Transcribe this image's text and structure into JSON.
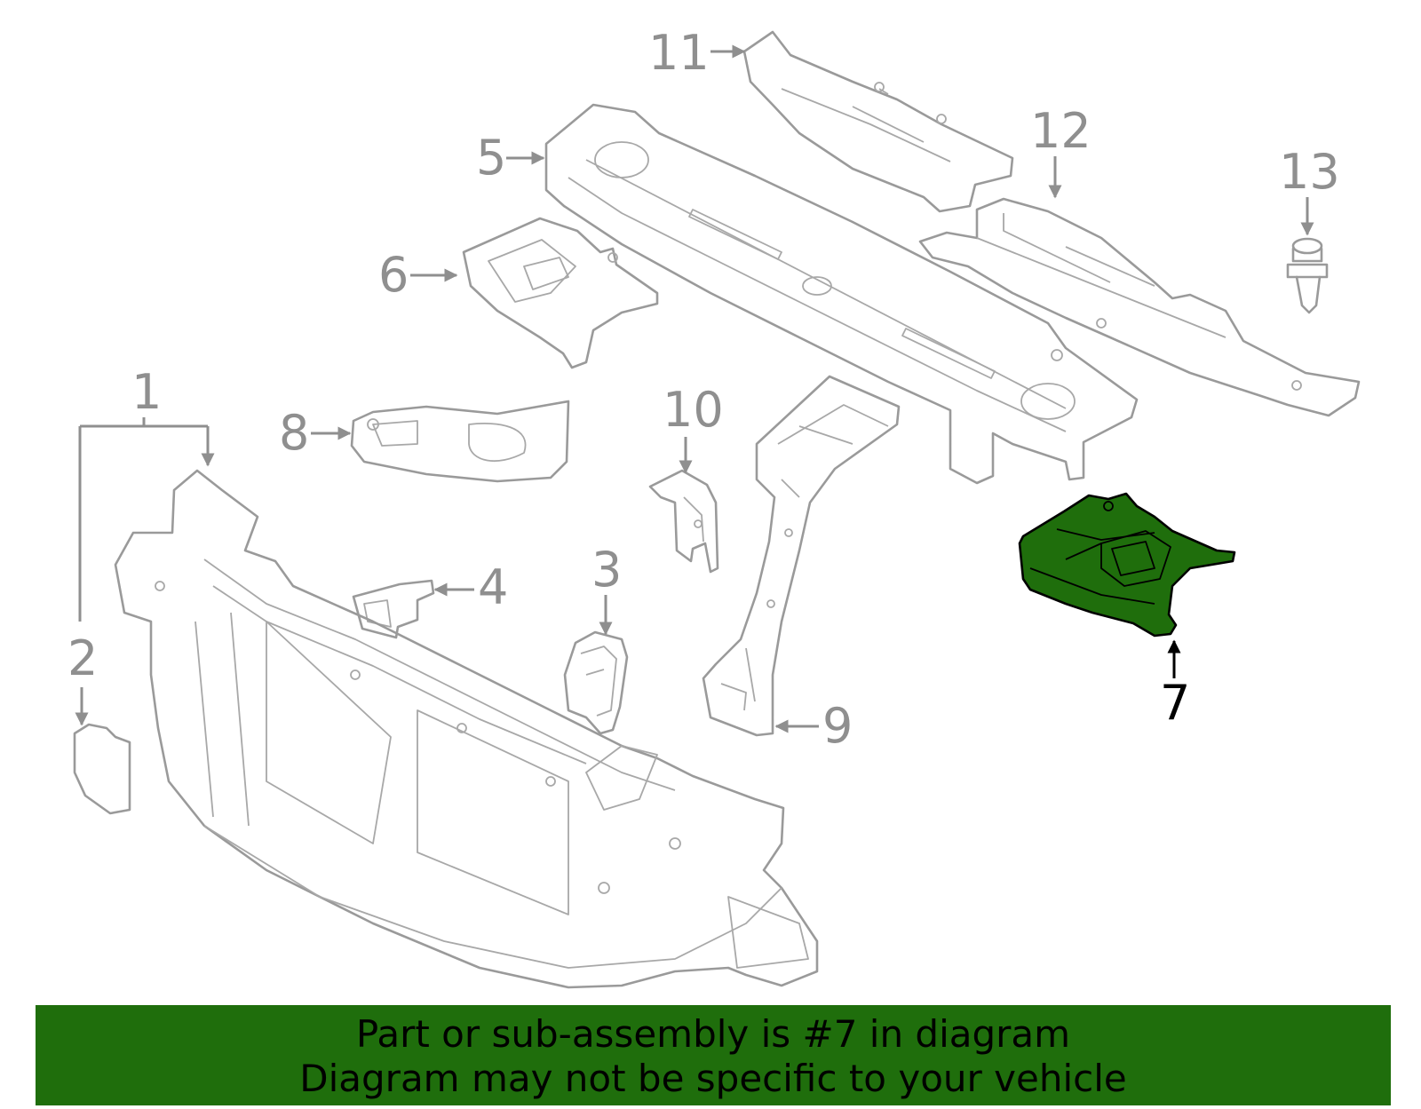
{
  "callouts": [
    {
      "id": "1",
      "label": "1"
    },
    {
      "id": "2",
      "label": "2"
    },
    {
      "id": "3",
      "label": "3"
    },
    {
      "id": "4",
      "label": "4"
    },
    {
      "id": "5",
      "label": "5"
    },
    {
      "id": "6",
      "label": "6"
    },
    {
      "id": "7",
      "label": "7"
    },
    {
      "id": "8",
      "label": "8"
    },
    {
      "id": "9",
      "label": "9"
    },
    {
      "id": "10",
      "label": "10"
    },
    {
      "id": "11",
      "label": "11"
    },
    {
      "id": "12",
      "label": "12"
    },
    {
      "id": "13",
      "label": "13"
    }
  ],
  "highlighted_part": "7",
  "colors": {
    "highlight_fill": "#1f6e0c",
    "part_stroke": "#9a9a9a",
    "banner_bg": "#1f6e0c"
  },
  "banner": {
    "line1": "Part or sub-assembly is #7 in diagram",
    "line2": "Diagram may not be specific to your vehicle"
  }
}
